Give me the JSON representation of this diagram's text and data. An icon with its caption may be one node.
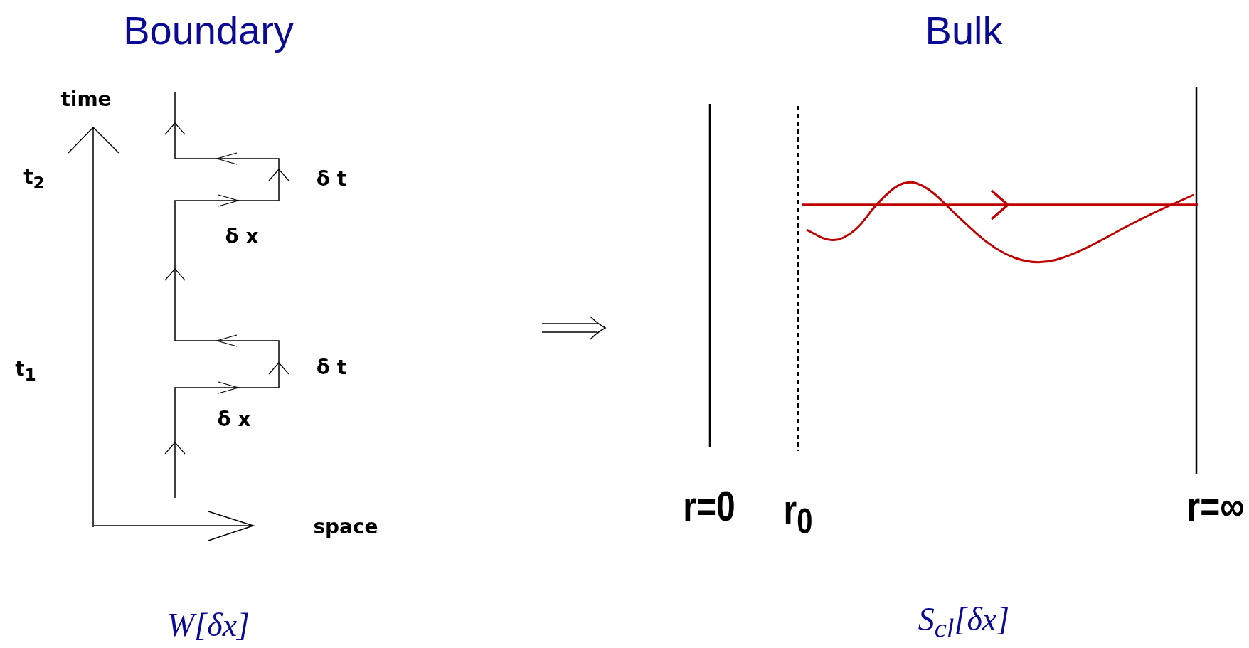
{
  "diagram": {
    "labels": [
      "Boundary",
      "Bulk",
      "time",
      "t$_{2}$",
      "δ t",
      "δ x",
      "t$_{1}$",
      "δ t",
      "δ x",
      "space",
      "r=0",
      "r$_{0}$",
      "r=∞",
      "W[δx]",
      "S$_{cl}$[δx]"
    ]
  }
}
